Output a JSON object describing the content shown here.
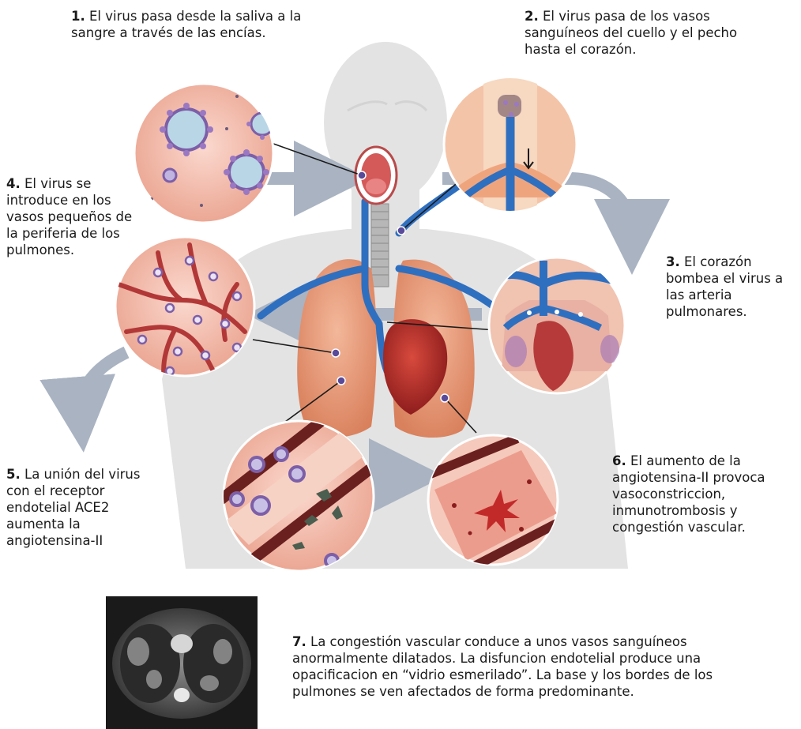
{
  "steps": [
    {
      "number": "1.",
      "text": "El virus pasa desde la saliva a la sangre a través de las encías."
    },
    {
      "number": "2.",
      "text": "El virus pasa de los vasos sanguíneos del cuello y el pecho hasta el corazón."
    },
    {
      "number": "3.",
      "text": "El corazón bombea el virus a las arteria pulmonares."
    },
    {
      "number": "4.",
      "text": "El virus se introduce en los vasos pequeños de la periferia de los pulmones."
    },
    {
      "number": "5.",
      "text": "La unión del virus con el receptor endotelial ACE2 aumenta la angiotensina-II"
    },
    {
      "number": "6.",
      "text": "El aumento de la angiotensina-II provoca vasoconstriccion, inmunotrombosis y congestión vascular."
    },
    {
      "number": "7.",
      "text": "La congestión vascular conduce a unos vasos sanguíneos anormalmente dilatados. La disfuncion endotelial produce una opacificacion en “vidrio esmerilado”. La base y los bordes de los pulmones se ven afectados de forma predominante."
    }
  ],
  "colors": {
    "body_silhouette": "#e3e3e3",
    "vessel": "#2f6fc0",
    "lung": "#e9a07f",
    "heart": "#b52a2a",
    "circle_bg": "#f2b7a8",
    "arrow": "#a9b3c2",
    "virus": "#7d5fa8"
  }
}
